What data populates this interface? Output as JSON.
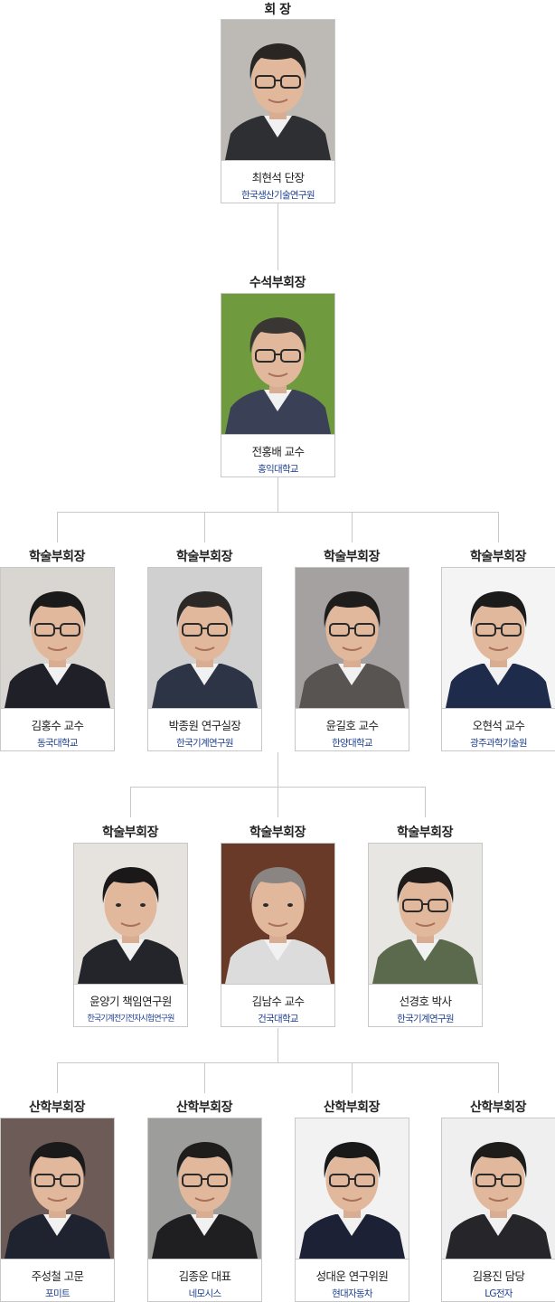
{
  "people": [
    {
      "role": "회 장",
      "name": "최현석 단장",
      "org": "한국생산기술연구원",
      "bg": "#bdbab6",
      "suit": "#2d2f33",
      "hair": "#2a2623",
      "glasses": true
    },
    {
      "role": "수석부회장",
      "name": "전홍배 교수",
      "org": "홍익대학교",
      "bg": "#6f9a3e",
      "suit": "#3a4157",
      "hair": "#3a3633",
      "glasses": true
    },
    {
      "role": "학술부회장",
      "name": "김홍수 교수",
      "org": "동국대학교",
      "bg": "#d9d6d2",
      "suit": "#1f2028",
      "hair": "#1b1a1a",
      "glasses": true
    },
    {
      "role": "학술부회장",
      "name": "박종원 연구실장",
      "org": "한국기계연구원",
      "bg": "#cfd0cf",
      "suit": "#2c3446",
      "hair": "#2b2826",
      "glasses": true
    },
    {
      "role": "학술부회장",
      "name": "윤길호 교수",
      "org": "한양대학교",
      "bg": "#a5a1a1",
      "suit": "#575452",
      "hair": "#1f1d1c",
      "glasses": true
    },
    {
      "role": "학술부회장",
      "name": "오현석 교수",
      "org": "광주과학기술원",
      "bg": "#f4f4f4",
      "suit": "#1f2b4a",
      "hair": "#1c1b1b",
      "glasses": true
    },
    {
      "role": "학술부회장",
      "name": "윤양기 책임연구원",
      "org": "한국기계전기전자시험연구원",
      "bg": "#e6e2de",
      "suit": "#23252a",
      "hair": "#1a1818",
      "glasses": false
    },
    {
      "role": "학술부회장",
      "name": "김남수 교수",
      "org": "건국대학교",
      "bg": "#6a3a28",
      "suit": "#dcdcdc",
      "hair": "#8a8582",
      "glasses": false
    },
    {
      "role": "학술부회장",
      "name": "선경호 박사",
      "org": "한국기계연구원",
      "bg": "#e8e6e2",
      "suit": "#5b6a4c",
      "hair": "#1f1c1b",
      "glasses": true
    },
    {
      "role": "산학부회장",
      "name": "주성철 고문",
      "org": "포미트",
      "bg": "#6d5b57",
      "suit": "#1f2330",
      "hair": "#1b1a1a",
      "glasses": true
    },
    {
      "role": "산학부회장",
      "name": "김종운 대표",
      "org": "네모시스",
      "bg": "#9d9e9b",
      "suit": "#1f1f22",
      "hair": "#1e1d1c",
      "glasses": true
    },
    {
      "role": "산학부회장",
      "name": "성대운 연구위원",
      "org": "현대자동차",
      "bg": "#f2f2f2",
      "suit": "#1c2136",
      "hair": "#1a1919",
      "glasses": true
    },
    {
      "role": "산학부회장",
      "name": "김용진 담당",
      "org": "LG전자",
      "bg": "#efefef",
      "suit": "#25252a",
      "hair": "#1e1c1b",
      "glasses": true
    }
  ]
}
